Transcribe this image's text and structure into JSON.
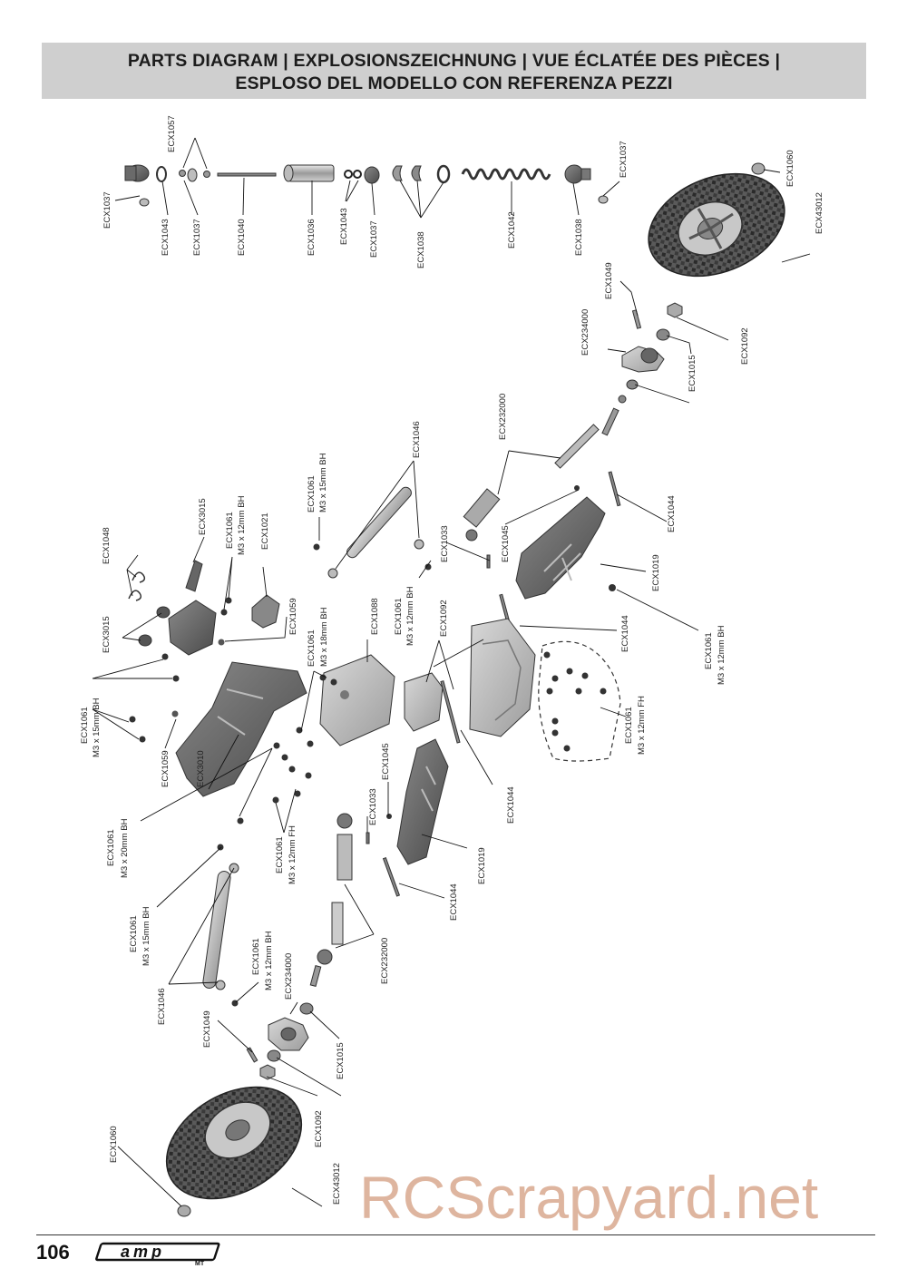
{
  "header": {
    "line1": "PARTS DIAGRAM | EXPLOSIONSZEICHNUNG | VUE ÉCLATÉE DES PIÈCES |",
    "line2": "ESPLOSO DEL MODELLO CON REFERENZA PEZZI"
  },
  "labels": {
    "shock_ecx1037_a": "ECX1037",
    "shock_ecx1043_a": "ECX1043",
    "shock_ecx1037_b": "ECX1037",
    "shock_ecx1057": "ECX1057",
    "shock_ecx1040": "ECX1040",
    "shock_ecx1036": "ECX1036",
    "shock_ecx1043_b": "ECX1043",
    "shock_ecx1037_c": "ECX1037",
    "shock_ecx1038_a": "ECX1038",
    "shock_ecx1042": "ECX1042",
    "shock_ecx1038_b": "ECX1038",
    "shock_ecx1037_d": "ECX1037",
    "ecx1060_top": "ECX1060",
    "ecx43012_top": "ECX43012",
    "ecx1049_top": "ECX1049",
    "ecx234000_top": "ECX234000",
    "ecx1092_top": "ECX1092",
    "ecx1015_top": "ECX1015",
    "ecx232000_top": "ECX232000",
    "ecx1044_top": "ECX1044",
    "ecx1019_top": "ECX1019",
    "ecx1061_r_a": "ECX1061",
    "m3x12bh_r_a": "M3 x 12mm BH",
    "ecx1044_mid": "ECX1044",
    "ecx1045_top": "ECX1045",
    "ecx1033_top": "ECX1033",
    "ecx1046_top": "ECX1046",
    "ecx1061_t": "ECX1061",
    "m3x15bh_t": "M3 x 15mm BH",
    "ecx3015_top": "ECX3015",
    "ecx1061_b": "ECX1061",
    "m3x12bh_b": "M3 x 12mm BH",
    "ecx1021": "ECX1021",
    "ecx1048": "ECX1048",
    "ecx3015_left": "ECX3015",
    "ecx1059_top": "ECX1059",
    "ecx1061_c": "ECX1061",
    "m3x18bh": "M3 x 18mm BH",
    "ecx1088": "ECX1088",
    "ecx1061_d": "ECX1061",
    "m3x12bh_d": "M3 x 12mm BH",
    "ecx1092_mid": "ECX1092",
    "ecx1061_fh_r": "ECX1061",
    "m3x12fh_r": "M3 x 12mm FH",
    "ecx1061_left": "ECX1061",
    "m3x15bh_left": "M3 x 15mm BH",
    "ecx1059_bot": "ECX1059",
    "ecx3010": "ECX3010",
    "ecx1045_bot": "ECX1045",
    "ecx1044_bot_r": "ECX1044",
    "ecx1033_bot": "ECX1033",
    "ecx1019_bot": "ECX1019",
    "ecx1044_bot": "ECX1044",
    "ecx1061_20": "ECX1061",
    "m3x20bh": "M3 x 20mm BH",
    "ecx1061_fh_l": "ECX1061",
    "m3x12fh_l": "M3 x 12mm FH",
    "ecx1061_15_bot": "ECX1061",
    "m3x15bh_bot": "M3 x 15mm BH",
    "ecx232000_bot": "ECX232000",
    "ecx1046_bot": "ECX1046",
    "ecx1061_12_bot": "ECX1061",
    "m3x12bh_bot": "M3 x 12mm BH",
    "ecx234000_bot": "ECX234000",
    "ecx1049_bot": "ECX1049",
    "ecx1015_bot": "ECX1015",
    "ecx1092_bot": "ECX1092",
    "ecx1060_bot": "ECX1060",
    "ecx43012_bot": "ECX43012"
  },
  "footer": {
    "page_number": "106",
    "logo_text": "amp",
    "logo_sub": "MT",
    "watermark": "RCScrapyard.net"
  }
}
